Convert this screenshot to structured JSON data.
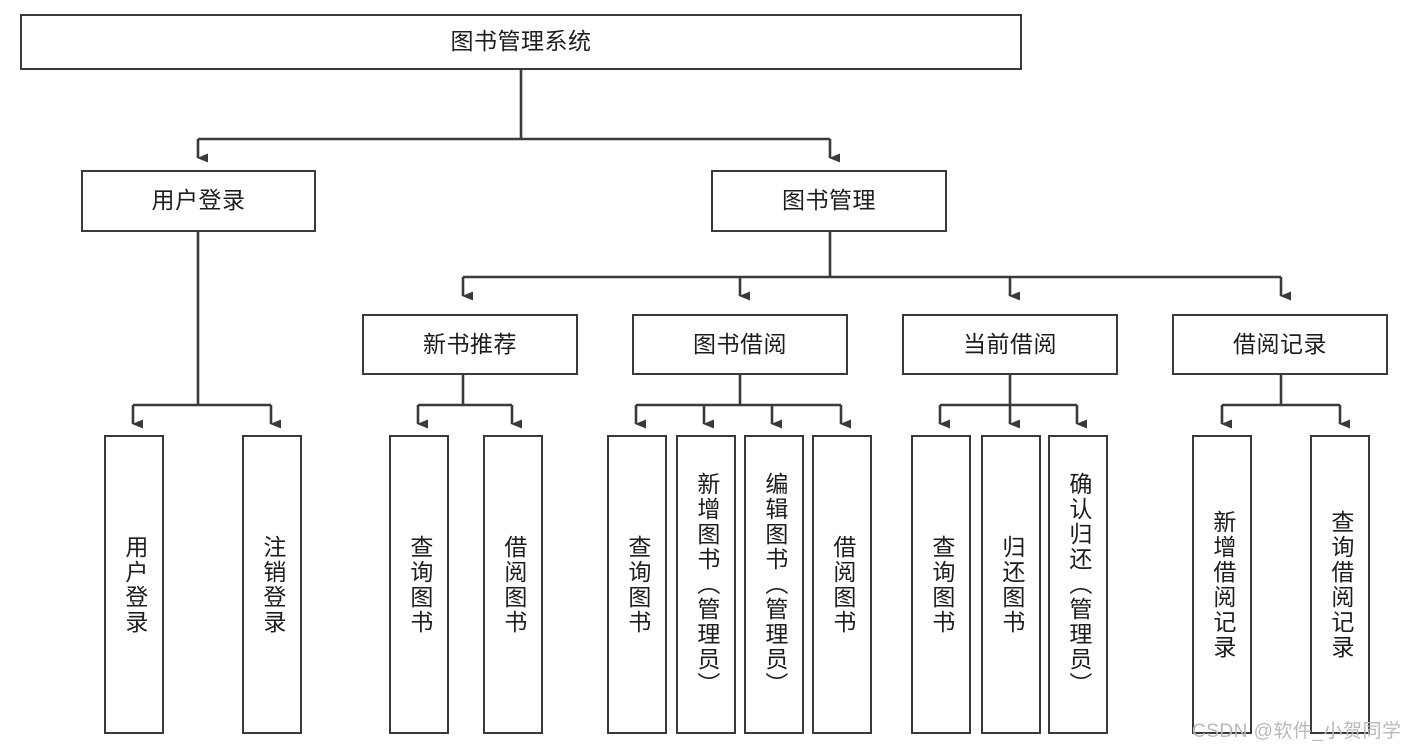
{
  "diagram": {
    "title": "图书管理系统",
    "watermark": "CSDN @软件_小贺同学",
    "colors": {
      "box_border": "#3a3a3a",
      "edge": "#3a3a3a",
      "background": "#ffffff",
      "text": "#1d1d1d",
      "watermark": "#b9b9b9"
    },
    "levels": {
      "root": {
        "label": "图书管理系统"
      },
      "level2": [
        {
          "label": "用户登录"
        },
        {
          "label": "图书管理"
        }
      ],
      "level3": [
        {
          "label": "新书推荐"
        },
        {
          "label": "图书借阅"
        },
        {
          "label": "当前借阅"
        },
        {
          "label": "借阅记录"
        }
      ],
      "level4": [
        {
          "label": "用户登录",
          "parent": "用户登录"
        },
        {
          "label": "注销登录",
          "parent": "用户登录"
        },
        {
          "label": "查询图书",
          "parent": "新书推荐"
        },
        {
          "label": "借阅图书",
          "parent": "新书推荐"
        },
        {
          "label": "查询图书",
          "parent": "图书借阅"
        },
        {
          "label": "新增图书（管理员）",
          "parent": "图书借阅"
        },
        {
          "label": "编辑图书（管理员）",
          "parent": "图书借阅"
        },
        {
          "label": "借阅图书",
          "parent": "图书借阅"
        },
        {
          "label": "查询图书",
          "parent": "当前借阅"
        },
        {
          "label": "归还图书",
          "parent": "当前借阅"
        },
        {
          "label": "确认归还（管理员）",
          "parent": "当前借阅"
        },
        {
          "label": "新增借阅记录",
          "parent": "借阅记录"
        },
        {
          "label": "查询借阅记录",
          "parent": "借阅记录"
        }
      ]
    }
  }
}
